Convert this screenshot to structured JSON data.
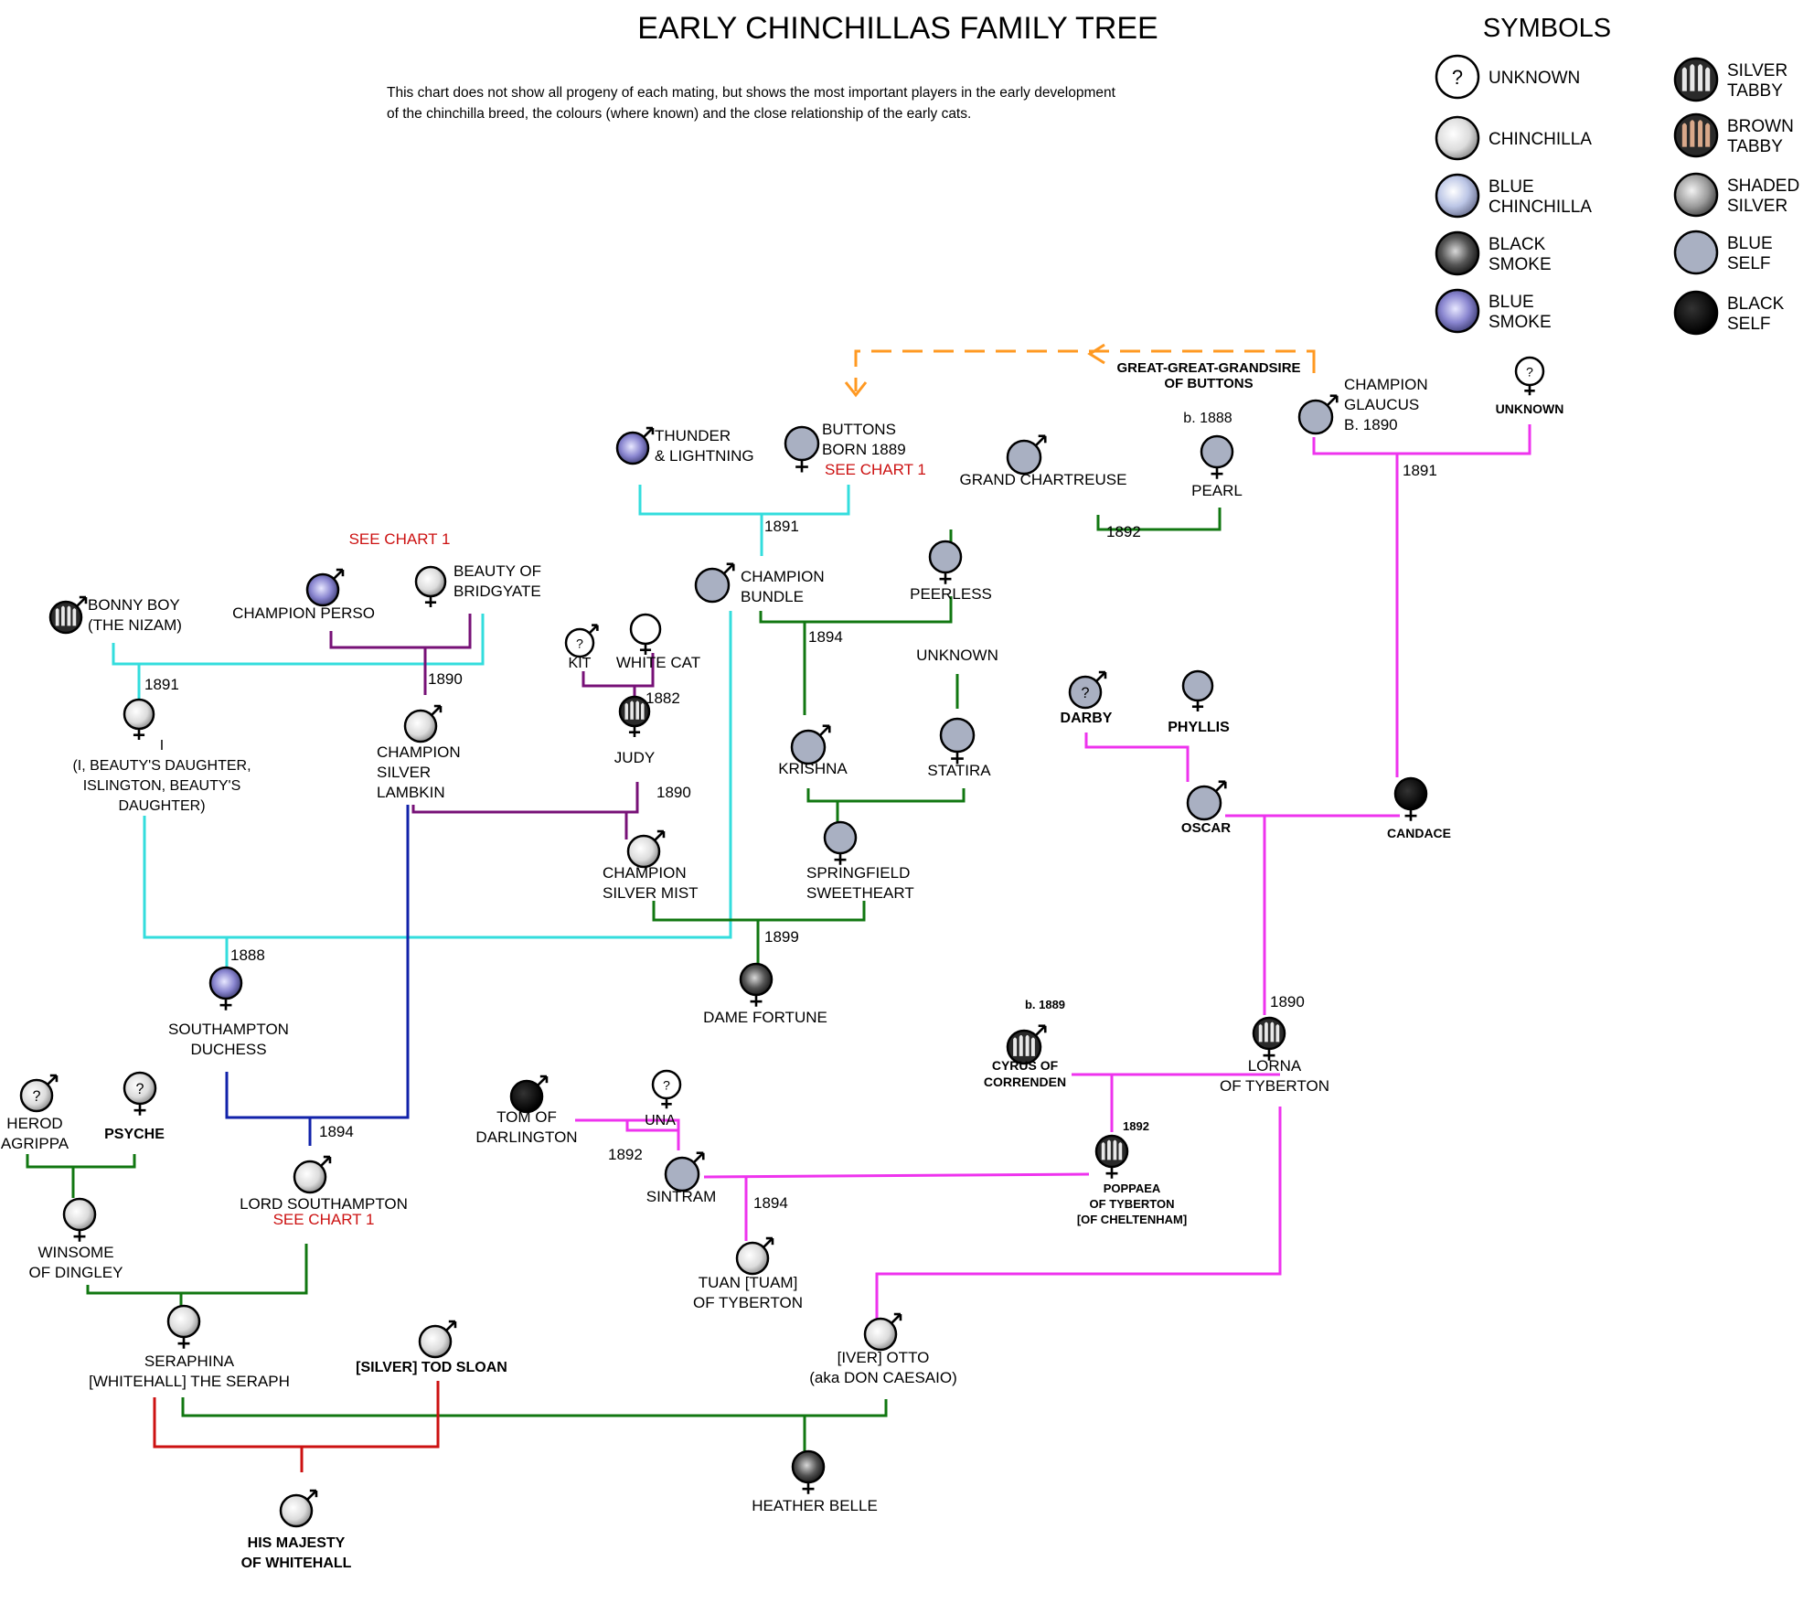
{
  "title": "EARLY CHINCHILLAS FAMILY TREE",
  "description": [
    "This chart does not show all progeny of each mating, but shows the most important players in the early development",
    "of the chinchilla breed, the colours (where known) and the close relationship of the early cats."
  ],
  "legend": {
    "title": "SYMBOLS",
    "items": [
      {
        "key": "unknown",
        "lines": [
          "UNKNOWN"
        ]
      },
      {
        "key": "chinchilla",
        "lines": [
          "CHINCHILLA"
        ]
      },
      {
        "key": "blue_chinchilla",
        "lines": [
          "BLUE",
          "CHINCHILLA"
        ]
      },
      {
        "key": "black_smoke",
        "lines": [
          "BLACK",
          "SMOKE"
        ]
      },
      {
        "key": "blue_smoke",
        "lines": [
          "BLUE",
          "SMOKE"
        ]
      },
      {
        "key": "silver_tabby",
        "lines": [
          "SILVER",
          "TABBY"
        ]
      },
      {
        "key": "brown_tabby",
        "lines": [
          "BROWN",
          "TABBY"
        ]
      },
      {
        "key": "shaded_silver",
        "lines": [
          "SHADED",
          "SILVER"
        ]
      },
      {
        "key": "blue_self",
        "lines": [
          "BLUE",
          "SELF"
        ]
      },
      {
        "key": "black_self",
        "lines": [
          "BLACK",
          "SELF"
        ]
      }
    ]
  },
  "line_colors": {
    "cyan": "#33dddd",
    "purple": "#771177",
    "green": "#117711",
    "magenta": "#ee33ee",
    "blue": "#1122aa",
    "red": "#cc1111",
    "orange": "#ff9922"
  },
  "see_chart": "SEE CHART 1",
  "annotations": {
    "great_grandsire": [
      "GREAT-GREAT-GRANDSIRE",
      "OF BUTTONS"
    ]
  },
  "cats": [
    {
      "id": "thunder",
      "sex": "male",
      "coat": "blue_smoke",
      "lines": [
        "THUNDER",
        "& LIGHTNING"
      ]
    },
    {
      "id": "buttons",
      "sex": "female",
      "coat": "blue_self",
      "lines": [
        "BUTTONS",
        "BORN 1889"
      ],
      "see_chart": true
    },
    {
      "id": "grand_chartreuse",
      "sex": "male",
      "coat": "blue_self",
      "lines": [
        "GRAND CHARTREUSE"
      ]
    },
    {
      "id": "pearl",
      "sex": "female",
      "coat": "blue_self",
      "lines": [
        "PEARL"
      ],
      "note": "b. 1888"
    },
    {
      "id": "glaucus",
      "sex": "male",
      "coat": "blue_self",
      "lines": [
        "CHAMPION",
        "GLAUCUS",
        "B. 1890"
      ]
    },
    {
      "id": "unknown_dam",
      "sex": "female",
      "coat": "unknown",
      "lines": [
        "UNKNOWN"
      ]
    },
    {
      "id": "champion_perso",
      "sex": "male",
      "coat": "blue_smoke",
      "lines": [
        "CHAMPION PERSO"
      ],
      "see_chart": true
    },
    {
      "id": "beauty_bridgyate",
      "sex": "female",
      "coat": "chinchilla",
      "lines": [
        "BEAUTY OF",
        "BRIDGYATE"
      ]
    },
    {
      "id": "bonny_boy",
      "sex": "male",
      "coat": "silver_tabby",
      "lines": [
        "BONNY BOY",
        "(THE NIZAM)"
      ]
    },
    {
      "id": "champion_bundle",
      "sex": "male",
      "coat": "blue_self",
      "lines": [
        "CHAMPION",
        "BUNDLE"
      ]
    },
    {
      "id": "peerless",
      "sex": "female",
      "coat": "blue_self",
      "lines": [
        "PEERLESS"
      ]
    },
    {
      "id": "kit",
      "sex": "male",
      "coat": "unknown",
      "lines": [
        "KIT"
      ]
    },
    {
      "id": "white_cat",
      "sex": "female",
      "coat": "white",
      "lines": [
        "WHITE CAT"
      ]
    },
    {
      "id": "unknown_statira_parent",
      "sex": "none",
      "coat": "none",
      "lines": [
        "UNKNOWN"
      ]
    },
    {
      "id": "beautys_daughter",
      "sex": "female",
      "coat": "chinchilla",
      "lines": [
        "I",
        "(I, BEAUTY'S DAUGHTER,",
        "ISLINGTON, BEAUTY'S",
        "DAUGHTER)"
      ]
    },
    {
      "id": "silver_lambkin",
      "sex": "male",
      "coat": "chinchilla",
      "lines": [
        "CHAMPION",
        "SILVER",
        "LAMBKIN"
      ]
    },
    {
      "id": "judy",
      "sex": "female",
      "coat": "silver_tabby",
      "lines": [
        "JUDY"
      ]
    },
    {
      "id": "krishna",
      "sex": "male",
      "coat": "blue_self",
      "lines": [
        "KRISHNA"
      ]
    },
    {
      "id": "statira",
      "sex": "female",
      "coat": "blue_self",
      "lines": [
        "STATIRA"
      ]
    },
    {
      "id": "darby",
      "sex": "male",
      "coat": "blue_self_unknown",
      "lines": [
        "DARBY"
      ]
    },
    {
      "id": "phyllis",
      "sex": "female",
      "coat": "blue_self",
      "lines": [
        "PHYLLIS"
      ]
    },
    {
      "id": "oscar",
      "sex": "male",
      "coat": "blue_self",
      "lines": [
        "OSCAR"
      ]
    },
    {
      "id": "candace",
      "sex": "female",
      "coat": "black_self",
      "lines": [
        "CANDACE"
      ]
    },
    {
      "id": "silver_mist",
      "sex": "male",
      "coat": "chinchilla",
      "lines": [
        "CHAMPION",
        "SILVER MIST"
      ]
    },
    {
      "id": "springfield",
      "sex": "female",
      "coat": "blue_self",
      "lines": [
        "SPRINGFIELD",
        "SWEETHEART"
      ]
    },
    {
      "id": "southampton_duchess",
      "sex": "female",
      "coat": "blue_smoke",
      "lines": [
        "SOUTHAMPTON",
        "DUCHESS"
      ]
    },
    {
      "id": "dame_fortune",
      "sex": "female",
      "coat": "black_smoke",
      "lines": [
        "DAME FORTUNE"
      ]
    },
    {
      "id": "cyrus",
      "sex": "male",
      "coat": "silver_tabby",
      "lines": [
        "CYRUS OF",
        "CORRENDEN"
      ],
      "note": "b. 1889"
    },
    {
      "id": "lorna",
      "sex": "female",
      "coat": "silver_tabby",
      "lines": [
        "LORNA",
        "OF TYBERTON"
      ]
    },
    {
      "id": "herod",
      "sex": "male",
      "coat": "chinchilla_unknown",
      "lines": [
        "HEROD",
        "AGRIPPA"
      ]
    },
    {
      "id": "psyche",
      "sex": "female",
      "coat": "chinchilla_unknown",
      "lines": [
        "PSYCHE"
      ]
    },
    {
      "id": "tom_darlington",
      "sex": "male",
      "coat": "black_self",
      "lines": [
        "TOM OF",
        "DARLINGTON"
      ]
    },
    {
      "id": "una",
      "sex": "female",
      "coat": "unknown",
      "lines": [
        "UNA"
      ]
    },
    {
      "id": "sintram",
      "sex": "male",
      "coat": "blue_self",
      "lines": [
        "SINTRAM"
      ]
    },
    {
      "id": "poppaea",
      "sex": "female",
      "coat": "silver_tabby",
      "lines": [
        "POPPAEA",
        "OF TYBERTON",
        "[OF CHELTENHAM]"
      ]
    },
    {
      "id": "lord_southampton",
      "sex": "male",
      "coat": "chinchilla",
      "lines": [
        "LORD SOUTHAMPTON"
      ],
      "see_chart": true
    },
    {
      "id": "winsome",
      "sex": "female",
      "coat": "chinchilla",
      "lines": [
        "WINSOME",
        "OF DINGLEY"
      ]
    },
    {
      "id": "tuan",
      "sex": "male",
      "coat": "chinchilla",
      "lines": [
        "TUAN [TUAM]",
        "OF TYBERTON"
      ]
    },
    {
      "id": "seraphina",
      "sex": "female",
      "coat": "chinchilla",
      "lines": [
        "SERAPHINA",
        "[WHITEHALL] THE SERAPH"
      ]
    },
    {
      "id": "tod_sloan",
      "sex": "male",
      "coat": "chinchilla",
      "lines": [
        "[SILVER] TOD SLOAN"
      ]
    },
    {
      "id": "otto",
      "sex": "male",
      "coat": "chinchilla",
      "lines": [
        "[IVER] OTTO",
        "(aka DON CAESAIO)"
      ]
    },
    {
      "id": "heather_belle",
      "sex": "female",
      "coat": "black_smoke",
      "lines": [
        "HEATHER BELLE"
      ]
    },
    {
      "id": "his_majesty",
      "sex": "male",
      "coat": "chinchilla",
      "lines": [
        "HIS MAJESTY",
        "OF WHITEHALL"
      ]
    }
  ],
  "years": [
    {
      "id": "y_bundle",
      "text": "1891"
    },
    {
      "id": "y_peerless",
      "text": "1892"
    },
    {
      "id": "y_candace",
      "text": "1891"
    },
    {
      "id": "y_beautys",
      "text": "1891"
    },
    {
      "id": "y_lambkin",
      "text": "1890"
    },
    {
      "id": "y_judy",
      "text": "1882"
    },
    {
      "id": "y_krishna",
      "text": "1894"
    },
    {
      "id": "y_silvermist",
      "text": "1890"
    },
    {
      "id": "y_duchess",
      "text": "1888"
    },
    {
      "id": "y_dame",
      "text": "1899"
    },
    {
      "id": "y_lorna",
      "text": "1890"
    },
    {
      "id": "y_lord",
      "text": "1894"
    },
    {
      "id": "y_sintram",
      "text": "1892"
    },
    {
      "id": "y_poppaea",
      "text": "1892"
    },
    {
      "id": "y_tuan",
      "text": "1894"
    }
  ]
}
